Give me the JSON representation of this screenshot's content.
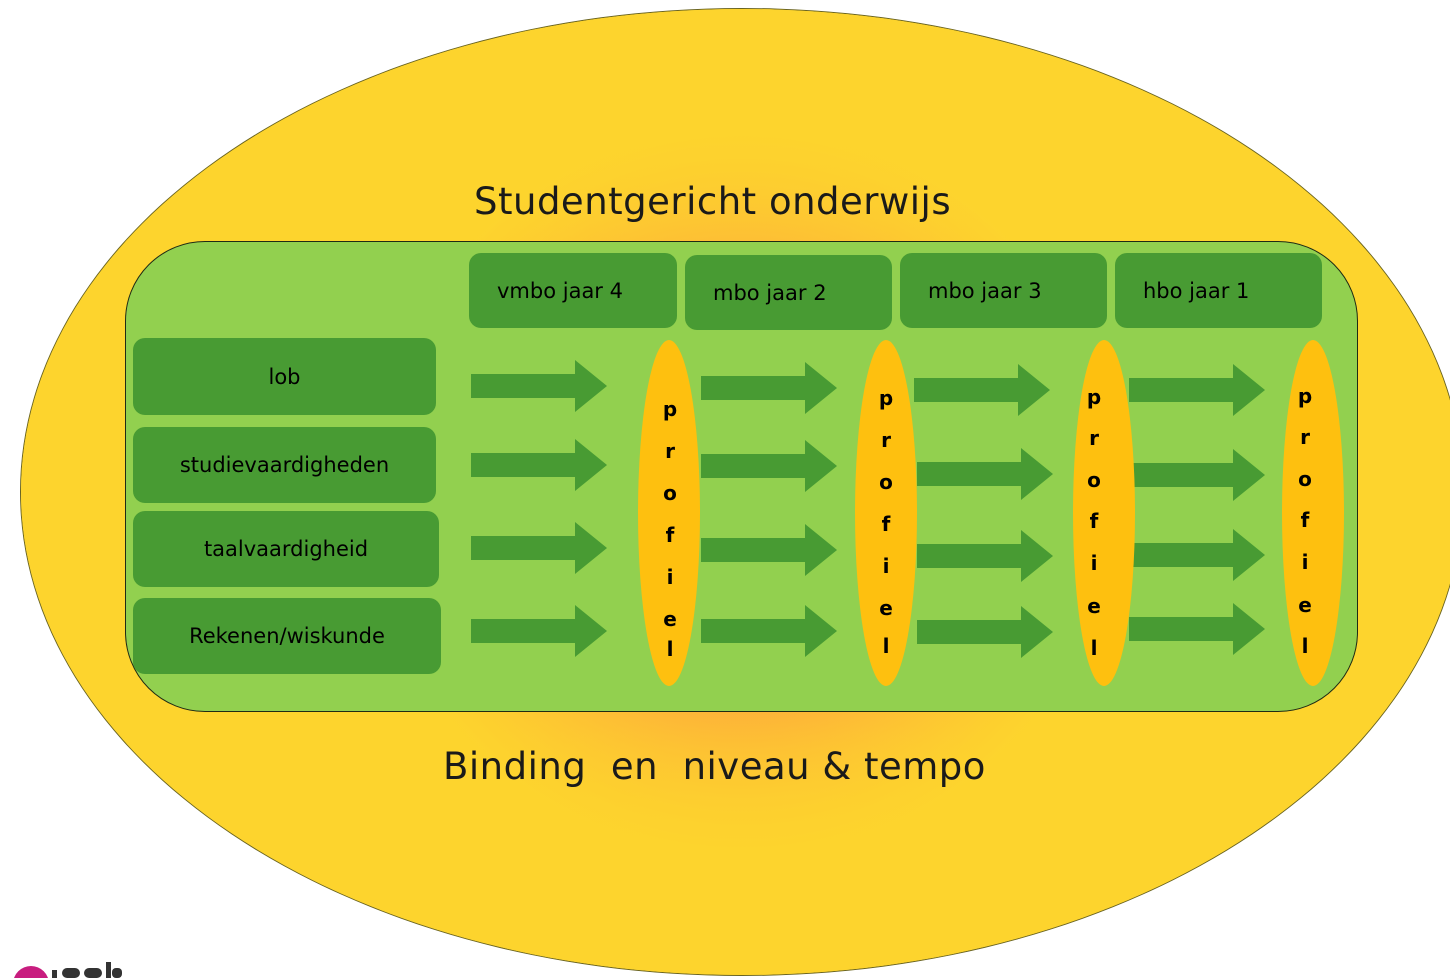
{
  "title": "Studentgericht onderwijs",
  "subtitle": "Binding  en  niveau & tempo",
  "years": [
    "vmbo jaar 4",
    "mbo jaar 2",
    "mbo jaar 3",
    "hbo jaar 1"
  ],
  "skills": [
    "lob",
    "studievaardigheden",
    "taalvaardigheid",
    "Rekenen/wiskunde"
  ],
  "profile_letters": [
    "p",
    "r",
    "o",
    "f",
    "i",
    "e",
    "l"
  ],
  "colors": {
    "outer": "#fdd42d",
    "center_glow": "#fd8f49",
    "panel": "#92d04f",
    "box": "#489b33",
    "arrow": "#489b33",
    "profile": "#fec00f"
  }
}
